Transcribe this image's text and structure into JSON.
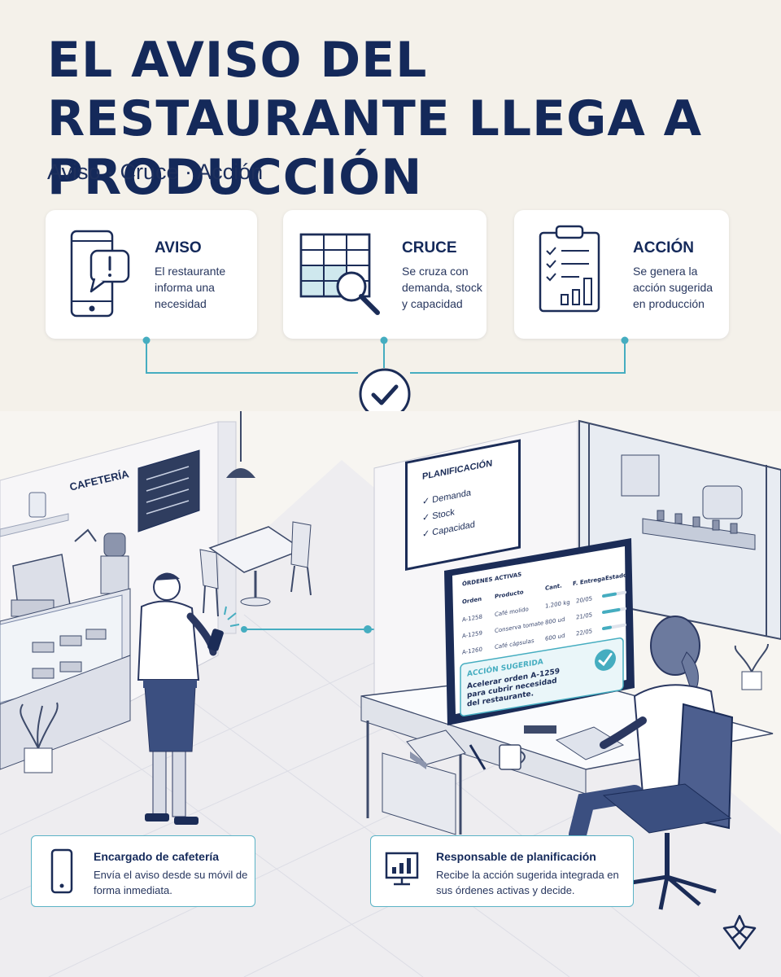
{
  "header": {
    "title": "EL AVISO DEL RESTAURANTE LLEGA A PRODUCCIÓN",
    "subtitle": "Aviso · Cruce · Acción"
  },
  "steps": [
    {
      "icon": "phone-alert-icon",
      "title": "AVISO",
      "text": "El restaurante informa una necesidad"
    },
    {
      "icon": "grid-search-icon",
      "title": "CRUCE",
      "text": "Se cruza con demanda, stock y capacidad"
    },
    {
      "icon": "clipboard-chart-icon",
      "title": "ACCIÓN",
      "text": "Se genera la acción sugerida en producción"
    }
  ],
  "cafe": {
    "sign": "CAFETERÍA"
  },
  "planning_board": {
    "title": "PLANIFICACIÓN",
    "items": [
      "Demanda",
      "Stock",
      "Capacidad"
    ]
  },
  "monitor": {
    "title": "ÓRDENES ACTIVAS",
    "columns": [
      "Orden",
      "Producto",
      "Cant.",
      "F. Entrega",
      "Estado"
    ],
    "rows": [
      {
        "orden": "A-1258",
        "producto": "Café molido",
        "cant": "1.200 kg",
        "fecha": "20/05",
        "estado": 0.6
      },
      {
        "orden": "A-1259",
        "producto": "Conserva tomate",
        "cant": "800 ud",
        "fecha": "21/05",
        "estado": 0.75
      },
      {
        "orden": "A-1260",
        "producto": "Café cápsulas",
        "cant": "600 ud",
        "fecha": "22/05",
        "estado": 0.4
      }
    ],
    "suggested_label": "ACCIÓN SUGERIDA",
    "suggested_text": "Acelerar orden A-1259 para cubrir necesidad del restaurante."
  },
  "people": [
    {
      "icon": "phone-icon",
      "title": "Encargado de cafetería",
      "text": "Envía el aviso desde su móvil de forma inmediata."
    },
    {
      "icon": "chart-monitor-icon",
      "title": "Responsable de planificación",
      "text": "Recibe la acción sugerida integrada en sus órdenes activas y decide."
    }
  ],
  "colors": {
    "navy": "#14295a",
    "teal": "#45adc0",
    "background": "#f4f1ea"
  }
}
